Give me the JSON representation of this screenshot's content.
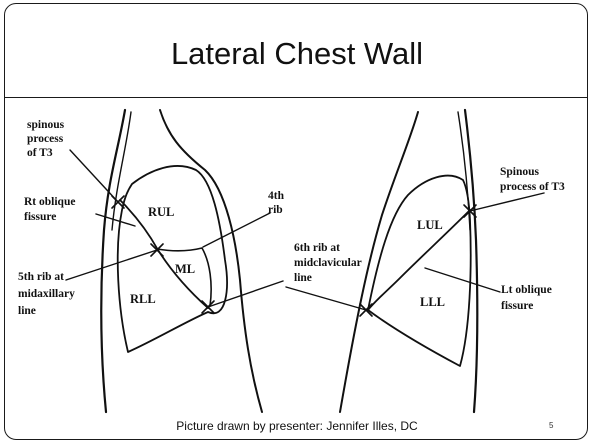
{
  "slide": {
    "title": "Lateral Chest Wall",
    "footer": "Picture drawn by presenter: Jennifer Illes, DC",
    "page_number": "5"
  },
  "right_view": {
    "labels": {
      "spinous_1": "spinous",
      "spinous_2": "process",
      "spinous_3": "of T3",
      "rt_oblique_1": "Rt oblique",
      "rt_oblique_2": "fissure",
      "rul": "RUL",
      "ml": "ML",
      "rll": "RLL",
      "fifth_rib_1": "5th rib at",
      "fifth_rib_2": "midaxillary",
      "fifth_rib_3": "line",
      "fourth_rib_1": "4th",
      "fourth_rib_2": "rib",
      "sixth_rib_1": "6th rib at",
      "sixth_rib_2": "midclavicular",
      "sixth_rib_3": "line"
    }
  },
  "left_view": {
    "labels": {
      "spinous_1": "Spinous",
      "spinous_2": "process of T3",
      "lul": "LUL",
      "lll": "LLL",
      "lt_oblique_1": "Lt oblique",
      "lt_oblique_2": "fissure"
    }
  }
}
